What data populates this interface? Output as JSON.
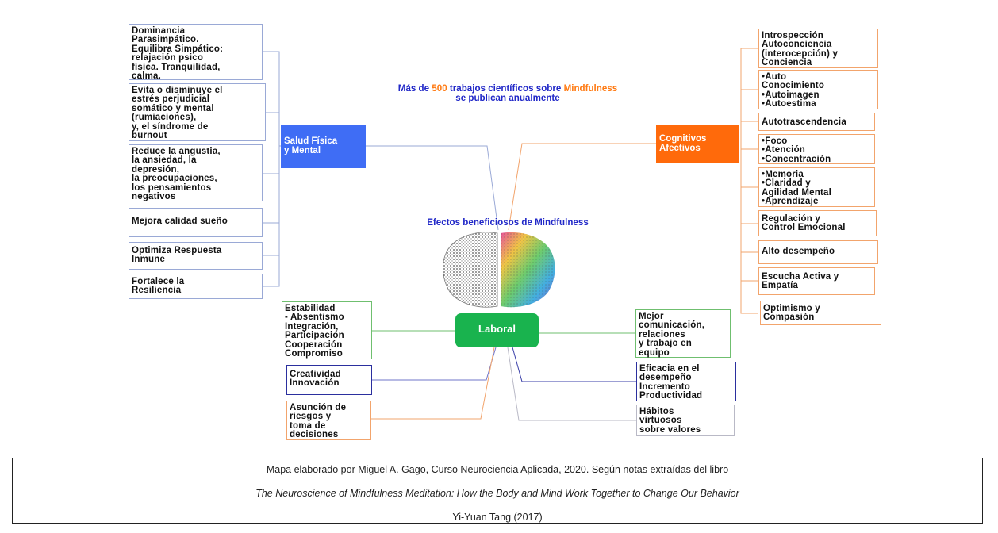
{
  "title": {
    "line1_prefix": "Más de ",
    "line1_number": "500",
    "line1_middle": " trabajos científicos sobre ",
    "line1_term": "Mindfulness",
    "line2": "se publican anualmente"
  },
  "center_label": "Efectos beneficiosos de Mindfulness",
  "hubs": {
    "salud": "Salud Física\ny Mental",
    "cognitivos": "Cognitivos\nAfectivos",
    "laboral": "Laboral"
  },
  "salud_items": [
    "Dominancia\nParasimpático.\nEquilibra Simpático:\nrelajación psico\nfísica. Tranquilidad,\ncalma.",
    "Evita o disminuye el\nestrés perjudicial\nsomático y mental\n(rumiaciones),\ny, el síndrome de\nburnout",
    "Reduce la angustia,\nla ansiedad, la\ndepresión,\nla preocupaciones,\nlos pensamientos\nnegativos",
    "Mejora calidad sueño",
    "Optimiza Respuesta\nInmune",
    "Fortalece la\nResiliencia"
  ],
  "cognitivos_items": [
    "Introspección\nAutoconciencia\n(interocepción) y\nConciencia",
    "•Auto\nConocimiento\n•Autoimagen\n•Autoestima",
    "Autotrascendencia",
    "•Foco\n•Atención\n•Concentración",
    "•Memoria\n•Claridad y\nAgilidad Mental\n•Aprendizaje",
    "Regulación y\nControl Emocional",
    "Alto desempeño",
    "Escucha Activa y\nEmpatía",
    "Optimismo y\nCompasión"
  ],
  "laboral_left": [
    "Estabilidad\n- Absentismo\nIntegración,\nParticipación\nCooperación\nCompromiso",
    "Creatividad\nInnovación",
    "Asunción de\nriesgos y\ntoma de\ndecisiones"
  ],
  "laboral_right": [
    "Mejor\ncomunicación,\nrelaciones\ny trabajo en\nequipo",
    "Eficacia en el\ndesempeño\nIncremento\nProductividad",
    "Hábitos\nvirtuosos\nsobre valores"
  ],
  "caption": {
    "line1": "Mapa elaborado por Miguel A. Gago, Curso Neurociencia Aplicada, 2020. Según notas extraídas del libro",
    "line2": "The Neuroscience of Mindfulness Meditation: How the Body and Mind Work Together to Change Our Behavior",
    "line3": "Yi-Yuan Tang (2017)"
  },
  "colors": {
    "salud": "#3f6df5",
    "cognitivos": "#ff6a0b",
    "laboral": "#19b34e",
    "title": "#2128c8",
    "highlight": "#ff7a12"
  },
  "icons": [
    "brain-icon"
  ]
}
